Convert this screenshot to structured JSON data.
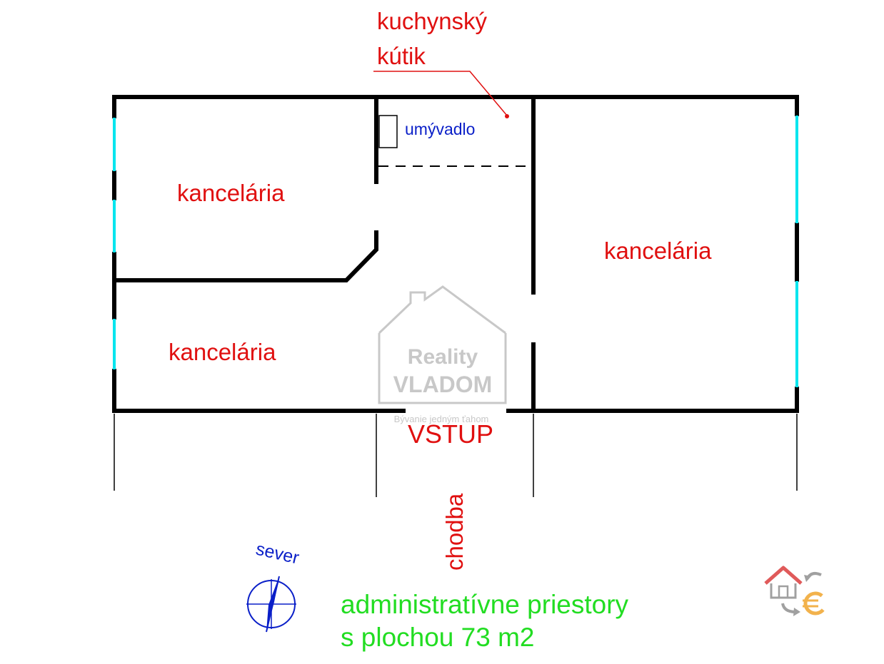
{
  "labels": {
    "kitchen_line1": "kuchynský",
    "kitchen_line2": "kútik",
    "sink": "umývadlo",
    "office_top_left": "kancelária",
    "office_bottom_left": "kancelária",
    "office_right": "kancelária",
    "entrance": "VSTUP",
    "corridor": "chodba",
    "north": "sever"
  },
  "watermark": {
    "line1": "Reality",
    "line2": "VLADOM",
    "tagline": "Bývanie jedným ťahom"
  },
  "caption": {
    "line1": "administratívne priestory",
    "line2": "s plochou 73 m2"
  },
  "colors": {
    "wall": "#000000",
    "window": "#00e5ee",
    "room_label": "#e01010",
    "sink_label": "#0a1fc8",
    "caption": "#22dd22",
    "compass": "#0a1fc8",
    "watermark": "#c8c8c8",
    "logo_red": "#e05a5a",
    "logo_gray": "#a0a0a0",
    "logo_orange": "#f2b24c"
  },
  "icons": {
    "compass": "compass-north-icon",
    "logo": "house-euro-logo-icon"
  }
}
